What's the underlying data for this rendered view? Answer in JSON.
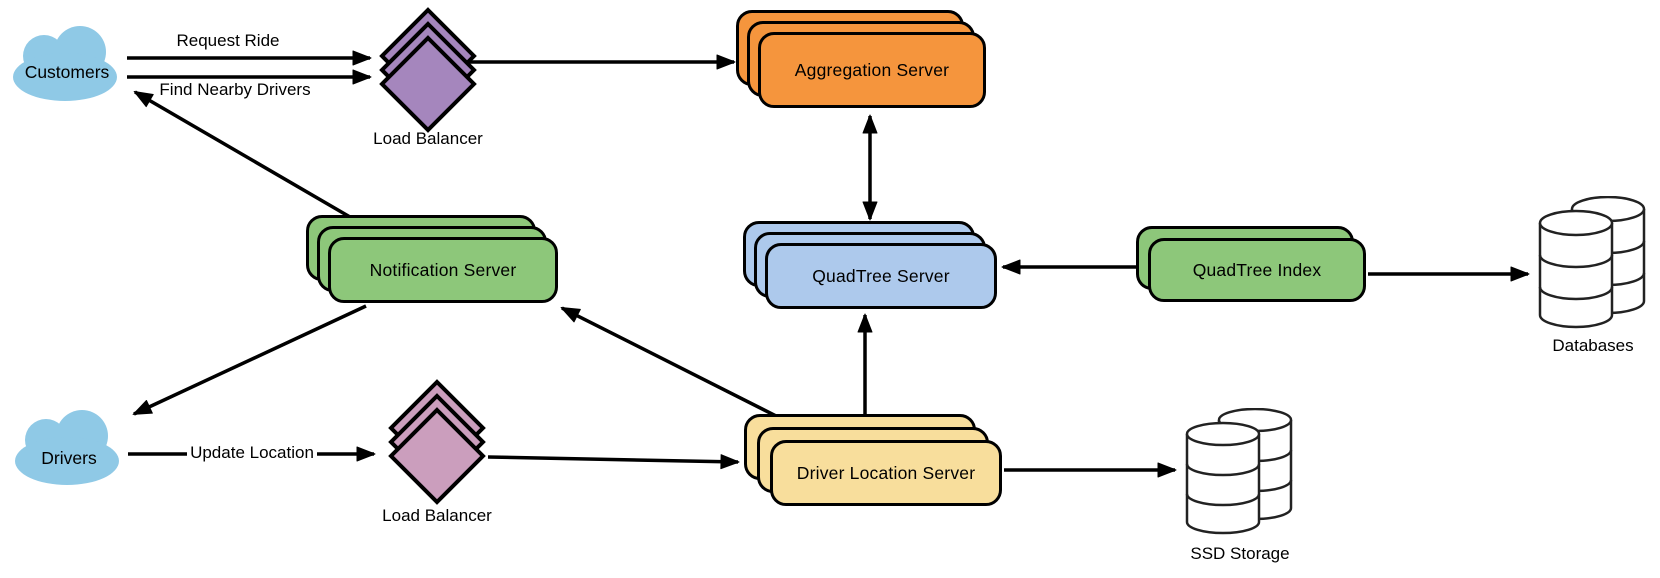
{
  "diagram": {
    "type": "system-architecture",
    "nodes": {
      "customers": {
        "label": "Customers",
        "shape": "cloud",
        "color": "#8FC9E6"
      },
      "load_balancer_top": {
        "label": "Load Balancer",
        "shape": "diamond-stack",
        "color": "#A586BD"
      },
      "aggregation_server": {
        "label": "Aggregation Server",
        "shape": "server-stack",
        "color": "#F5953D"
      },
      "quadtree_server": {
        "label": "QuadTree Server",
        "shape": "server-stack",
        "color": "#ADC9EC"
      },
      "quadtree_index": {
        "label": "QuadTree Index",
        "shape": "server-stack",
        "color": "#8DC77A"
      },
      "databases": {
        "label": "Databases",
        "shape": "cylinder-stack",
        "color": "#FFFFFF"
      },
      "notification_server": {
        "label": "Notification Server",
        "shape": "server-stack",
        "color": "#8DC77A"
      },
      "drivers": {
        "label": "Drivers",
        "shape": "cloud",
        "color": "#8FC9E6"
      },
      "load_balancer_bottom": {
        "label": "Load Balancer",
        "shape": "diamond-stack",
        "color": "#CB9EBD"
      },
      "driver_location_server": {
        "label": "Driver Location Server",
        "shape": "server-stack",
        "color": "#F8DE9C"
      },
      "ssd_storage": {
        "label": "SSD Storage",
        "shape": "cylinder-stack",
        "color": "#FFFFFF"
      }
    },
    "edges": [
      {
        "from": "Customers",
        "to": "Load Balancer (top)",
        "label": "Request Ride",
        "direction": "forward"
      },
      {
        "from": "Customers",
        "to": "Load Balancer (top)",
        "label": "Find Nearby Drivers",
        "direction": "forward"
      },
      {
        "from": "Notification Server",
        "to": "Customers",
        "label": "",
        "direction": "forward"
      },
      {
        "from": "Load Balancer (top)",
        "to": "Aggregation Server",
        "label": "",
        "direction": "forward"
      },
      {
        "from": "Aggregation Server",
        "to": "QuadTree Server",
        "label": "",
        "direction": "both"
      },
      {
        "from": "QuadTree Index",
        "to": "QuadTree Server",
        "label": "",
        "direction": "forward"
      },
      {
        "from": "QuadTree Index",
        "to": "Databases",
        "label": "",
        "direction": "forward"
      },
      {
        "from": "Notification Server",
        "to": "Drivers",
        "label": "",
        "direction": "forward"
      },
      {
        "from": "Drivers",
        "to": "Load Balancer (bottom)",
        "label": "Update Location",
        "direction": "forward"
      },
      {
        "from": "Load Balancer (bottom)",
        "to": "Driver Location Server",
        "label": "",
        "direction": "forward"
      },
      {
        "from": "Driver Location Server",
        "to": "Notification Server",
        "label": "",
        "direction": "forward"
      },
      {
        "from": "Driver Location Server",
        "to": "QuadTree Server",
        "label": "",
        "direction": "forward"
      },
      {
        "from": "Driver Location Server",
        "to": "SSD Storage",
        "label": "",
        "direction": "forward"
      }
    ],
    "colors": {
      "cloud_blue": "#8FC9E6",
      "purple_diamond": "#A586BD",
      "pink_diamond": "#CB9EBD",
      "orange_server": "#F5953D",
      "blue_server": "#ADC9EC",
      "green_server": "#8DC77A",
      "yellow_server": "#F8DE9C",
      "cylinder_fill": "#FFFFFF",
      "edge_stroke": "#000000"
    }
  }
}
